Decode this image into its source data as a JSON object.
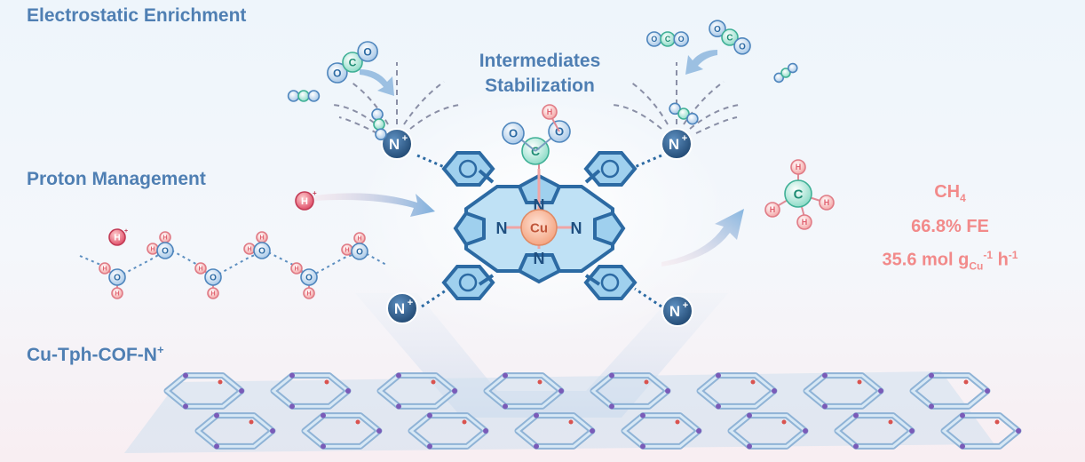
{
  "labels": {
    "electrostatic": "Electrostatic Enrichment",
    "proton": "Proton Management",
    "material_name": "Cu-Tph-COF-N",
    "material_sup": "+",
    "intermediates_line1": "Intermediates",
    "intermediates_line2": "Stabilization"
  },
  "molecule": {
    "metal": "Cu",
    "n_atom": "N",
    "n_plus": "N",
    "plus": "+"
  },
  "atoms": {
    "carbon": "C",
    "oxygen": "O",
    "hydrogen": "H",
    "proton": "H",
    "proton_charge": "+"
  },
  "product": {
    "formula_main": "CH",
    "formula_sub": "4",
    "fe": "66.8% FE",
    "rate_value": "35.6 mol g",
    "rate_sub": "Cu",
    "rate_sup1": "-1",
    "rate_mid": " h",
    "rate_sup2": "-1"
  },
  "colors": {
    "label_blue": "#4f7fb3",
    "product_pink": "#f28a8a",
    "ring_blue": "#2c6aa3",
    "ring_fill": "#9fd0ee",
    "cu_orange": "#f4a582",
    "n_plus_fill": "#2f5d8c",
    "carbon_teal": "#a8e6d8",
    "oxygen_blue": "#b8d4ee",
    "hydrogen_pink": "#f6b8b8"
  }
}
